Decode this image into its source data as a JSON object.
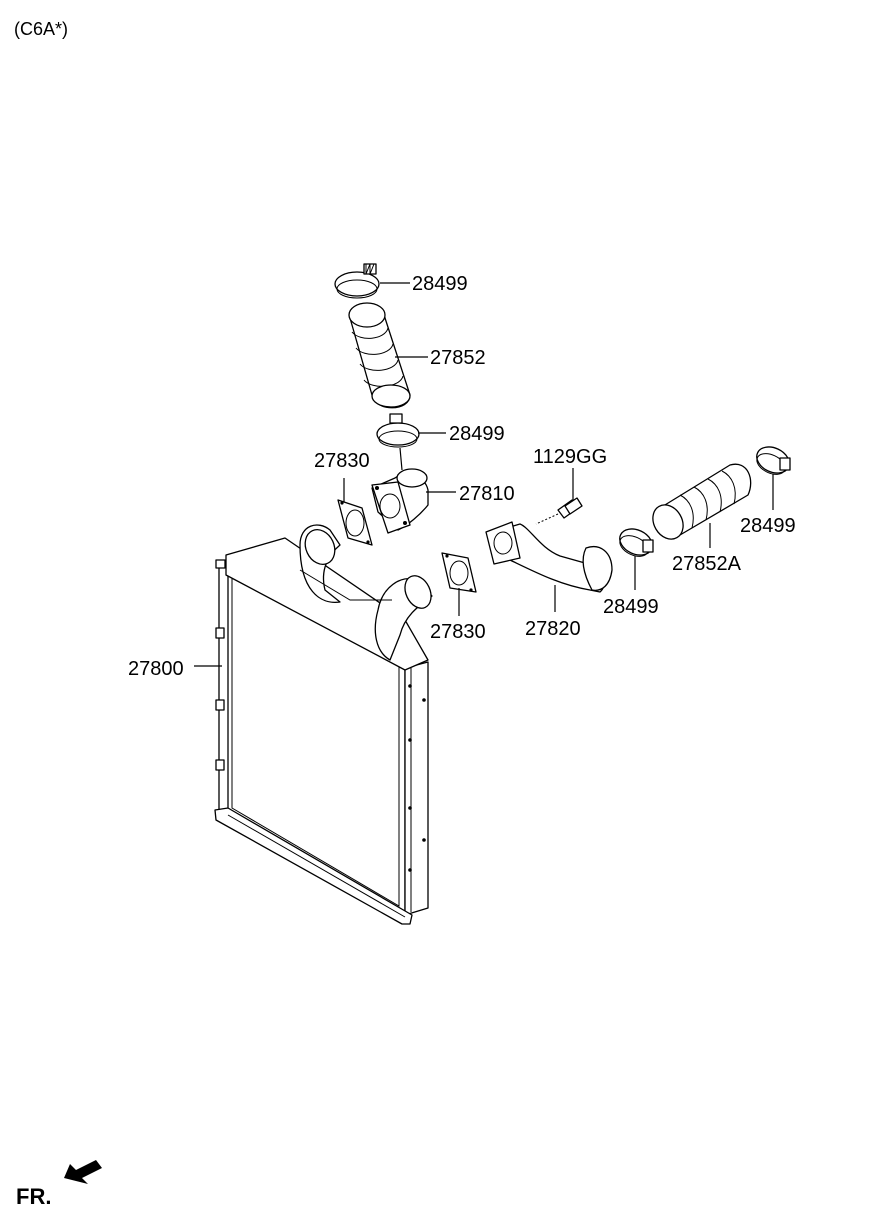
{
  "header": {
    "model_code": "(C6A*)"
  },
  "parts": {
    "clamp_top": "28499",
    "hose_upper": "27852",
    "clamp_upper_lower": "28499",
    "gasket_left": "27830",
    "pipe_upper": "27810",
    "bolt": "1129GG",
    "clamp_right": "28499",
    "hose_right": "27852A",
    "clamp_mid": "28499",
    "gasket_right": "27830",
    "pipe_lower": "27820",
    "intercooler": "27800"
  },
  "footer": {
    "direction_label": "FR."
  }
}
